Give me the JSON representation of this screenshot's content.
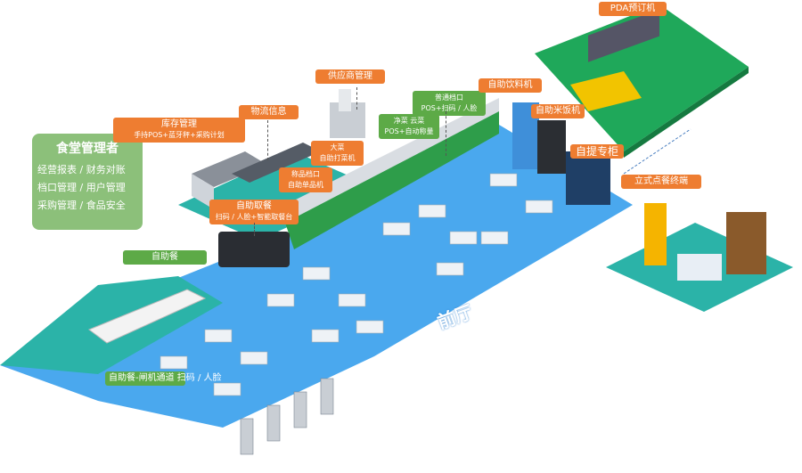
{
  "manager_box": {
    "title": "食堂管理者",
    "rows": [
      "经营报表 / 财务对账",
      "档口管理 / 用户管理",
      "采购管理 / 食品安全"
    ]
  },
  "labels": {
    "pda": "PDA预订机",
    "supplier": "供应商管理",
    "logistics": "物流信息",
    "inventory_title": "库存管理",
    "inventory_sub": "手持POS+蓝牙秤+采购计划",
    "normal_stall_title": "普通档口",
    "normal_stall_sub": "POS+扫码 / 人脸",
    "drink_machine": "自助饮料机",
    "rice_machine": "自助米饭机",
    "veg_title": "净菜 云菜",
    "veg_sub": "POS+自动称量",
    "big_dish_title": "大菜",
    "big_dish_sub": "自助打菜机",
    "weigh_title": "称品档口",
    "weigh_sub": "自助单品机",
    "pickup_title": "自助取餐",
    "pickup_sub": "扫码 / 人脸+智能取餐台",
    "locker": "自提专柜",
    "kiosk": "立式点餐终端",
    "buffet": "自助餐",
    "gate_title": "自助餐-闸机通道",
    "gate_sub": "扫码 / 人脸",
    "front_hall": "前厅"
  },
  "colors": {
    "orange": "#ee7d31",
    "green": "#5daa47",
    "floor": "#4aa8ee",
    "factory": "#1fa85a",
    "teal": "#2bb3a8"
  }
}
